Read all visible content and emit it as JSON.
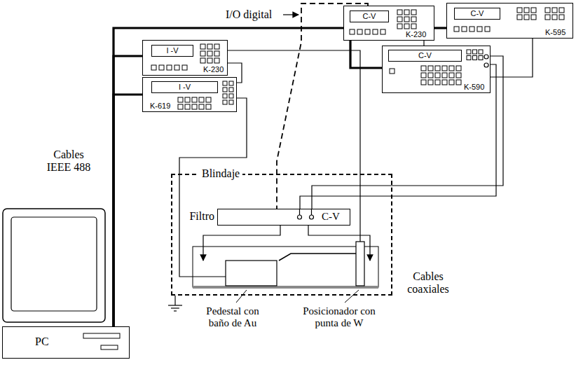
{
  "diagram": {
    "nodes": [
      {
        "text": [
          "C-V",
          "K-230"
        ]
      },
      {
        "text": [
          "C-V",
          "K-595"
        ]
      },
      {
        "text": [
          "I -V",
          "K-230"
        ]
      },
      {
        "text": [
          "C-V",
          "K-590"
        ]
      },
      {
        "text": [
          "I -V",
          "K-619"
        ]
      },
      {
        "text": [
          "Blindaje"
        ]
      },
      {
        "text": [
          "Filtro",
          "C-V"
        ],
        "in": 5
      },
      {
        "text": [
          "PC"
        ]
      }
    ],
    "edges": [
      {
        "from": 7,
        "to": 2,
        "arrow": "none"
      },
      {
        "from": 7,
        "to": 4,
        "arrow": "none"
      },
      {
        "from": 7,
        "to": 0,
        "arrow": "none"
      },
      {
        "from": 0,
        "to": 1,
        "arrow": "none"
      },
      {
        "from": 0,
        "to": 3,
        "arrow": "none"
      },
      {
        "from": 1,
        "to": 3,
        "arrow": "none"
      },
      {
        "from": 2,
        "to": 4,
        "arrow": "none"
      },
      {
        "from": 0,
        "to": 6,
        "arrow": "none"
      },
      {
        "from": 3,
        "to": 6,
        "arrow": "none"
      }
    ],
    "labels": [
      "I/O digital",
      "Cables IEEE 488",
      "Cables coaxiales",
      "Pedestal con baño de Au",
      "Posicionador con punta de W"
    ]
  }
}
